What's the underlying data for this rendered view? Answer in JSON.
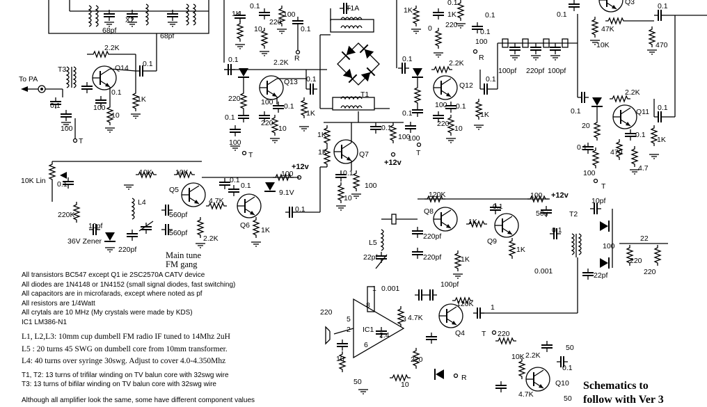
{
  "transistors": [
    "Q14",
    "Q13",
    "Q12",
    "Q11",
    "Q5",
    "Q6",
    "Q7",
    "Q8",
    "Q9",
    "Q4",
    "Q10"
  ],
  "transformers": [
    "T1A",
    "T1",
    "T2",
    "T3"
  ],
  "labels": {
    "to_pa": "To PA",
    "t1a": "T1A",
    "t1": "T1",
    "t2": "T2",
    "t3": "T3",
    "x2": "X2",
    "r68a": "68pf",
    "r68b": "68pf",
    "v12a": "+12v",
    "v12b": "+12v",
    "v12c": "+12v",
    "v91": "9.1V",
    "zener36": "36V Zener",
    "l4": "L4",
    "l5": "L5",
    "main_tune": "Main tune",
    "fm_gang": "FM gang",
    "ic1": "IC1",
    "k10lin": "10K Lin",
    "t_term": "T",
    "r_term": "R"
  },
  "values": {
    "k1": "1K",
    "k22": "2.2K",
    "k47": "4.7K",
    "k10": "10K",
    "k47b": "47K",
    "k120": "120K",
    "k220": "220K",
    "r10": "10",
    "r100": "100",
    "r220": "220",
    "r470": "470",
    "r22": "22",
    "r20": "20",
    "c01": "0.1",
    "c0001": "0.001",
    "c100pf": "100pf",
    "c220pf": "220pf",
    "c560pf": "560pf",
    "c10pf": "10pf",
    "c22pf": "22pf",
    "c50": "50",
    "c50u": "50u",
    "c24": "2.4",
    "n47": "4.7",
    "n1": "1",
    "p8": "8",
    "p3": "3",
    "p5": "5",
    "p2": "2",
    "p6": "6",
    "c0": "0"
  },
  "notes": [
    "All transistors BC547 except Q1 ie 2SC2570A CATV device",
    "All diodes are 1N4148 or 1N4152 (small signal diodes, fast switching)",
    "All capacitors are in microfarads, except where noted as pf",
    "All resistors are 1/4Watt",
    "All crytals are 10 MHz (My crystals were made by KDS)",
    "IC1 LM386-N1"
  ],
  "coil_notes": [
    "L1, L2,L3: 10mm cup dumbell FM radio IF tuned to 14Mhz     2uH",
    "L5 : 20 turns 45 SWG on dumbell core from 10mm transformer.",
    "L4: 40 turns over syringe 30swg. Adjust to cover 4.0-4.350Mhz"
  ],
  "winding_notes": [
    "T1, T2: 13 turns of trifilar winding on TV balun core with 32swg wire",
    "T3: 13 turns of bifilar winding on TV balun core with 32swg wire"
  ],
  "cut_note": "Although all amplifier look the same, some have different component values",
  "banner": [
    "Schematics to",
    "follow with Ver 3"
  ]
}
